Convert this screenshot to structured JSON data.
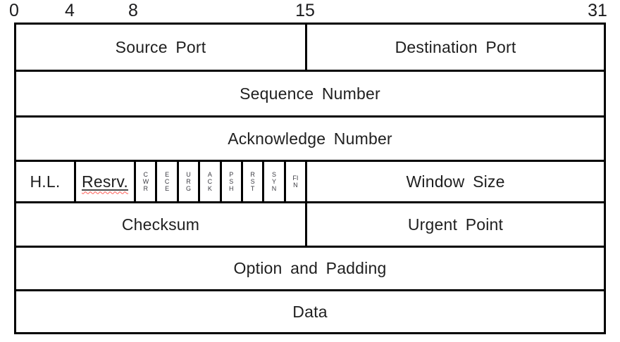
{
  "ruler": {
    "labels": [
      {
        "text": "0"
      },
      {
        "text": "4"
      },
      {
        "text": "8"
      },
      {
        "text": "15"
      },
      {
        "text": "31"
      }
    ]
  },
  "fields": {
    "source_port": "Source Port",
    "destination_port": "Destination Port",
    "sequence_number": "Sequence Number",
    "acknowledge_number": "Acknowledge Number",
    "header_length": "H.L.",
    "reserved": "Resrv.",
    "window_size": "Window Size",
    "checksum": "Checksum",
    "urgent_point": "Urgent Point",
    "option_and_padding": "Option and Padding",
    "data": "Data"
  },
  "flags": [
    "CWR",
    "ECE",
    "URG",
    "ACK",
    "PSH",
    "RST",
    "SYN",
    "FIN"
  ],
  "colors": {
    "border": "#000000",
    "background": "#ffffff",
    "text": "#1f1f1f",
    "flag_text": "#3d3d44",
    "misspell_underline": "#ff5a52"
  }
}
